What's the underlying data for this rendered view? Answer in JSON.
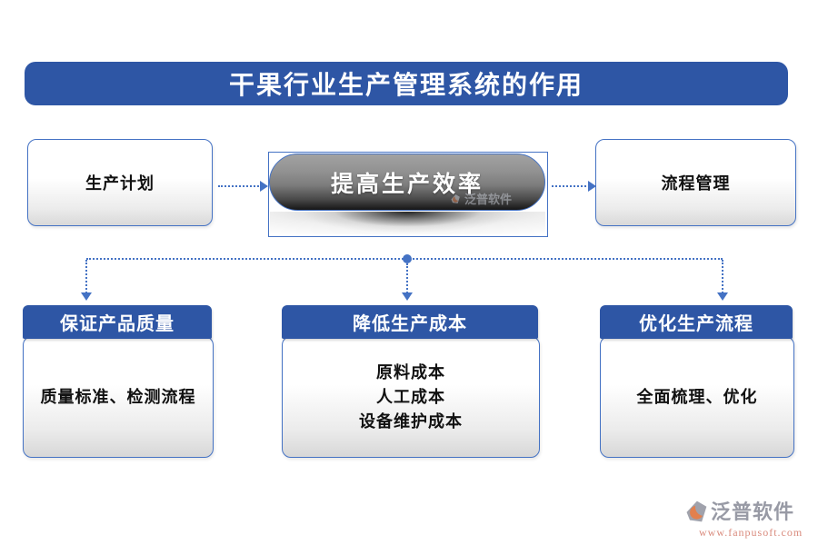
{
  "title": {
    "text": "干果行业生产管理系统的作用"
  },
  "colors": {
    "banner_blue": "#2e56a5",
    "border_blue": "#4472c4",
    "connector_blue": "#4472c4",
    "pill_gray_top": "#a2a2a2",
    "pill_gray_bottom": "#161616",
    "body_text": "#111111",
    "brand_gray": "#989aa5",
    "brand_orange": "#e2804e",
    "brand_url_color": "#d98a7c"
  },
  "flow_row": {
    "left_box": "生产计划",
    "center_pill": "提高生产效率",
    "right_box": "流程管理"
  },
  "bottom_boxes": [
    {
      "header": "保证产品质量",
      "lines": [
        "质量标准、检测流程"
      ]
    },
    {
      "header": "降低生产成本",
      "lines": [
        "原料成本",
        "人工成本",
        "设备维护成本"
      ]
    },
    {
      "header": "优化生产流程",
      "lines": [
        "全面梳理、优化"
      ]
    }
  ],
  "brand": {
    "name": "泛普软件",
    "url": "www.fanpusoft.com",
    "pill_watermark": "泛普软件"
  }
}
